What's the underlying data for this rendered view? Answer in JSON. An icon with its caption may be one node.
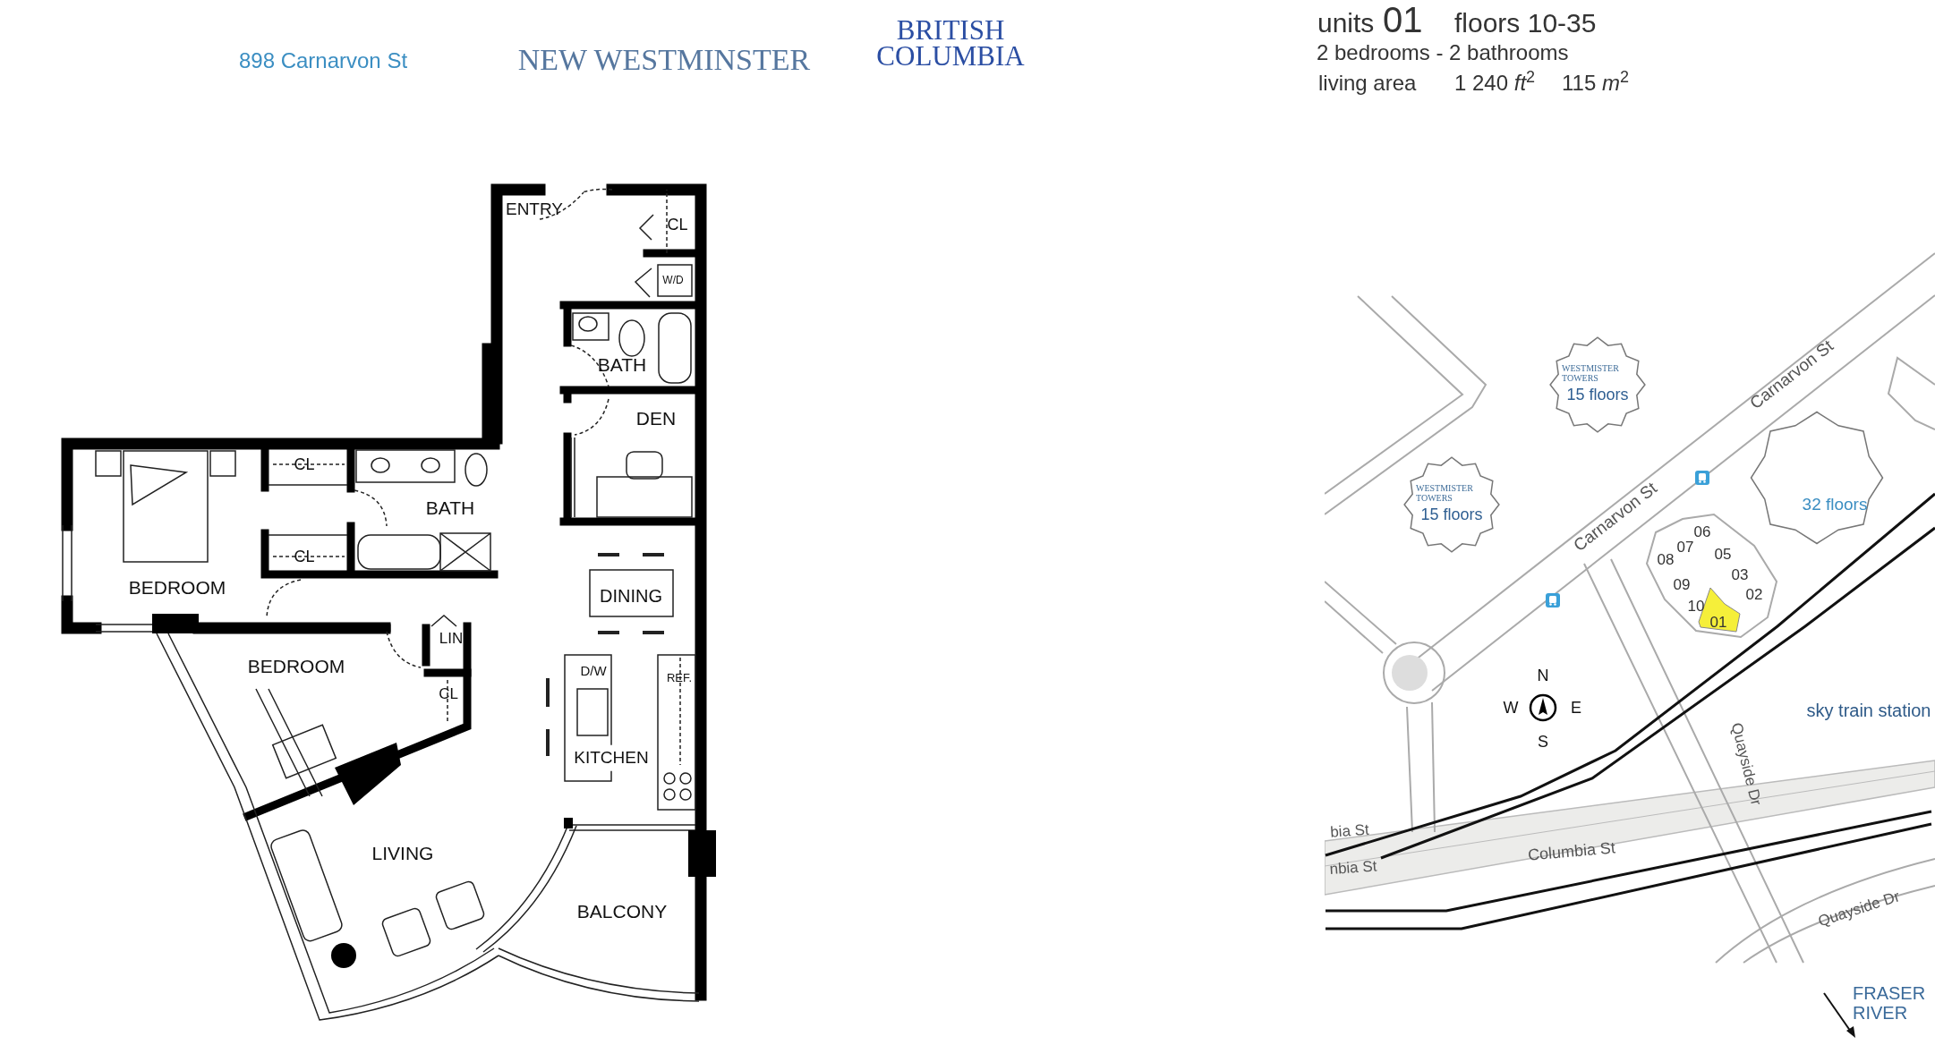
{
  "diagram": {
    "nodes": [
      {
        "text": [
          "WESTMISTER TOWERS",
          "15 floors"
        ]
      },
      {
        "text": [
          "WESTMISTER TOWERS",
          "15 floors"
        ]
      },
      {
        "text": [
          "32 floors"
        ]
      }
    ],
    "labels": [
      "898 Carnarvon St",
      "NEW WESTMINSTER",
      "BRITISH COLUMBIA",
      "units",
      "01",
      "floors 10-35",
      "2 bedrooms - 2 bathrooms",
      "living area",
      "1 240 *ft*$^{2}$",
      "115 *m*$^{2}$",
      "ENTRY",
      "CL",
      "W/D",
      "BATH",
      "DEN",
      "CL",
      "BATH",
      "CL",
      "BEDROOM",
      "DINING",
      "BEDROOM",
      "LIN",
      "D/W",
      "REF.",
      "CL",
      "KITCHEN",
      "LIVING",
      "BALCONY",
      "Carnarvon St",
      "Carnarvon St",
      "06",
      "07",
      "05",
      "08",
      "03",
      "09",
      "02",
      "10",
      "01",
      "N",
      "W",
      "E",
      "S",
      "sky train station",
      "Quayside Dr",
      "bia St",
      "Columbia St",
      "nbia St",
      "Quayside Dr",
      "FRASER RIVER"
    ]
  }
}
